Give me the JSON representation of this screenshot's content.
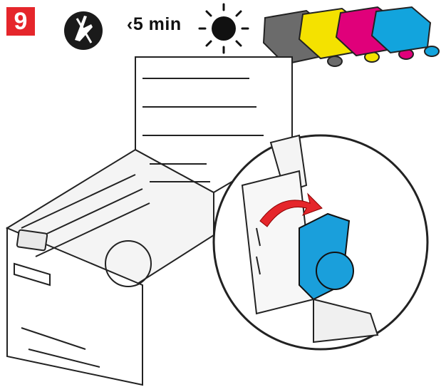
{
  "step": {
    "number": "9",
    "color": "#e5262b"
  },
  "time_warning": {
    "label": "‹5 min"
  },
  "icons": {
    "no_touch": "no-touch-icon",
    "light": "sun-light-icon"
  },
  "drums": [
    {
      "name": "black-drum",
      "color": "#6b6b6b"
    },
    {
      "name": "yellow-drum",
      "color": "#f4e200"
    },
    {
      "name": "magenta-drum",
      "color": "#e0007a"
    },
    {
      "name": "cyan-drum",
      "color": "#12a4dd"
    }
  ],
  "colors": {
    "accent_red": "#e5262b",
    "lever_blue": "#1a9fdb",
    "line": "#222222"
  }
}
